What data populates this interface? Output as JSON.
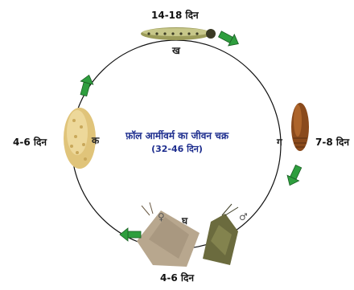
{
  "diagram": {
    "title": "फ़ॉल आर्मीवर्म का जीवन चक्र",
    "subtitle": "(32-46 दिन)",
    "stages": [
      {
        "id": "egg",
        "letter": "क",
        "duration": "4-6 दिन"
      },
      {
        "id": "larva",
        "letter": "ख",
        "duration": "14-18 दिन"
      },
      {
        "id": "pupa",
        "letter": "ग",
        "duration": "7-8 दिन"
      },
      {
        "id": "adult",
        "letter": "घ",
        "duration": "4-6 दिन"
      }
    ],
    "symbols": {
      "female": "♀",
      "male": "♂"
    },
    "colors": {
      "title": "#1f2f8f",
      "arrow_fill": "#2e9e3e",
      "cycle_line": "#111111"
    }
  }
}
